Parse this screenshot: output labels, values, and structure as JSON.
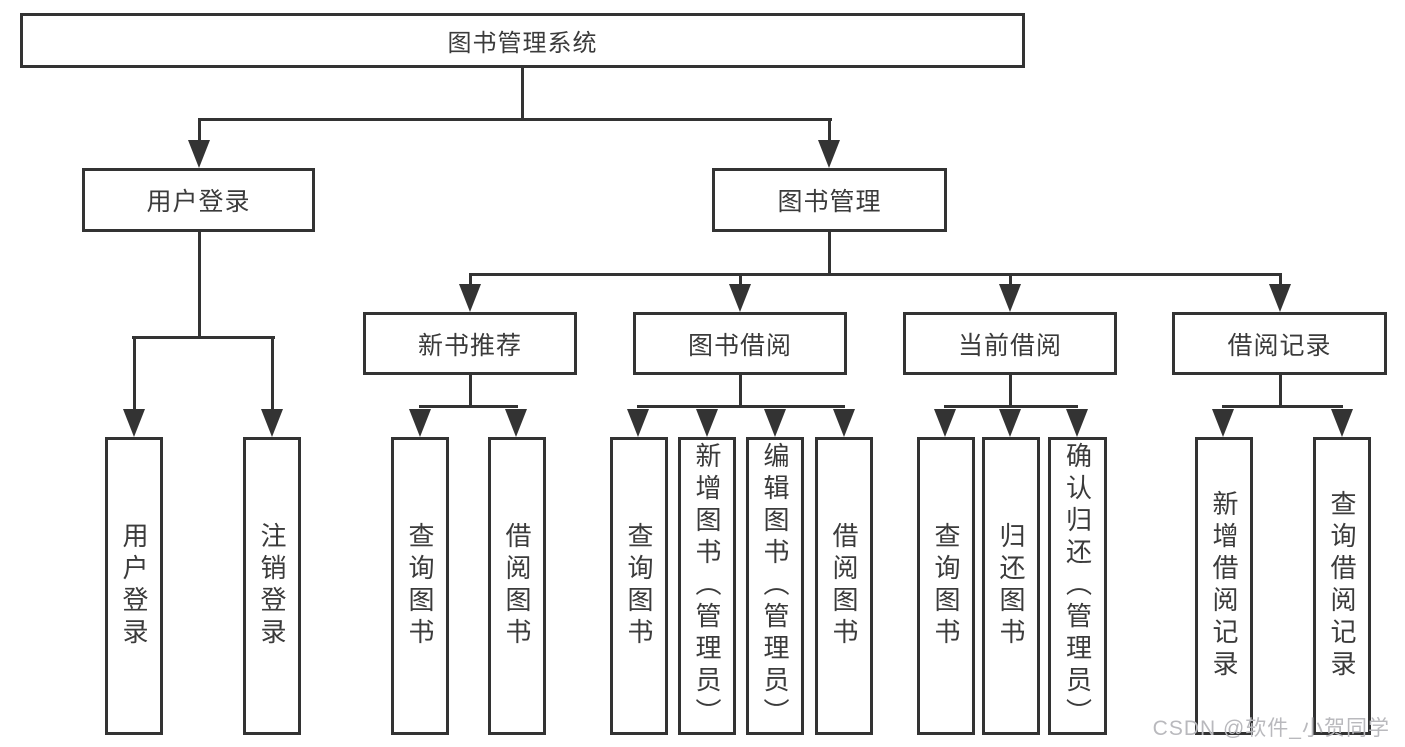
{
  "diagram": {
    "title_node": {
      "label": "图书管理系统"
    },
    "level2": [
      {
        "label": "用户登录"
      },
      {
        "label": "图书管理"
      }
    ],
    "level3": [
      {
        "label": "新书推荐",
        "parent": "图书管理"
      },
      {
        "label": "图书借阅",
        "parent": "图书管理"
      },
      {
        "label": "当前借阅",
        "parent": "图书管理"
      },
      {
        "label": "借阅记录",
        "parent": "图书管理"
      }
    ],
    "leaves": [
      {
        "label": "用户登录",
        "parent": "用户登录"
      },
      {
        "label": "注销登录",
        "parent": "用户登录"
      },
      {
        "label": "查询图书",
        "parent": "新书推荐"
      },
      {
        "label": "借阅图书",
        "parent": "新书推荐"
      },
      {
        "label": "查询图书",
        "parent": "图书借阅"
      },
      {
        "label": "新增图书（管理员）",
        "parent": "图书借阅"
      },
      {
        "label": "编辑图书（管理员）",
        "parent": "图书借阅"
      },
      {
        "label": "借阅图书",
        "parent": "图书借阅"
      },
      {
        "label": "查询图书",
        "parent": "当前借阅"
      },
      {
        "label": "归还图书",
        "parent": "当前借阅"
      },
      {
        "label": "确认归还（管理员）",
        "parent": "当前借阅"
      },
      {
        "label": "新增借阅记录",
        "parent": "借阅记录"
      },
      {
        "label": "查询借阅记录",
        "parent": "借阅记录"
      }
    ]
  },
  "watermark": {
    "text": "CSDN @软件_小贺同学"
  },
  "colors": {
    "line": "#333333",
    "text": "#3b3b3b",
    "watermark": "#b9b9bd",
    "background": "#ffffff"
  }
}
